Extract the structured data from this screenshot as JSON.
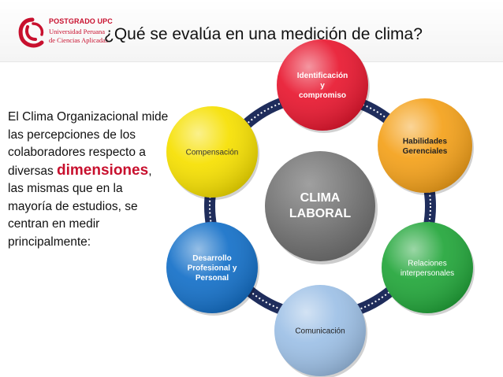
{
  "header": {
    "logo": {
      "line1": "POSTGRADO UPC",
      "line2": "Universidad Peruana",
      "line3": "de Ciencias Aplicadas"
    },
    "title": "¿Qué se evalúa en una medición de clima?"
  },
  "side_text": {
    "part1": "El Clima Organizacional mide las percepciones de los colaboradores respecto a  diversas ",
    "emphasis": "dimensiones",
    "part2": ", las mismas que en la mayoría de estudios, se centran en medir principalmente:"
  },
  "diagram": {
    "center": {
      "lines": [
        "CLIMA",
        "LABORAL"
      ],
      "color": "#7a7a7a"
    },
    "nodes": [
      {
        "id": "identificacion",
        "lines": [
          "Identificación",
          "y",
          "compromiso"
        ],
        "color": "#e8172f",
        "text_color": "#ffffff",
        "bold": true
      },
      {
        "id": "habilidades",
        "lines": [
          "Habilidades",
          "Gerenciales"
        ],
        "color": "#f4a11a",
        "text_color": "#222222",
        "bold": true
      },
      {
        "id": "relaciones",
        "lines": [
          "Relaciones",
          "interpersonales"
        ],
        "color": "#22a63a",
        "text_color": "#ffffff",
        "bold": false
      },
      {
        "id": "comunicacion",
        "lines": [
          "Comunicación"
        ],
        "color": "#9dc0e6",
        "text_color": "#222222",
        "bold": false
      },
      {
        "id": "desarrollo",
        "lines": [
          "Desarrollo",
          "Profesional y",
          "Personal"
        ],
        "color": "#1470c8",
        "text_color": "#ffffff",
        "bold": true
      },
      {
        "id": "compensacion",
        "lines": [
          "Compensación"
        ],
        "color": "#f6e000",
        "text_color": "#333333",
        "bold": false
      }
    ],
    "ring_color": "#1f2d5c"
  }
}
